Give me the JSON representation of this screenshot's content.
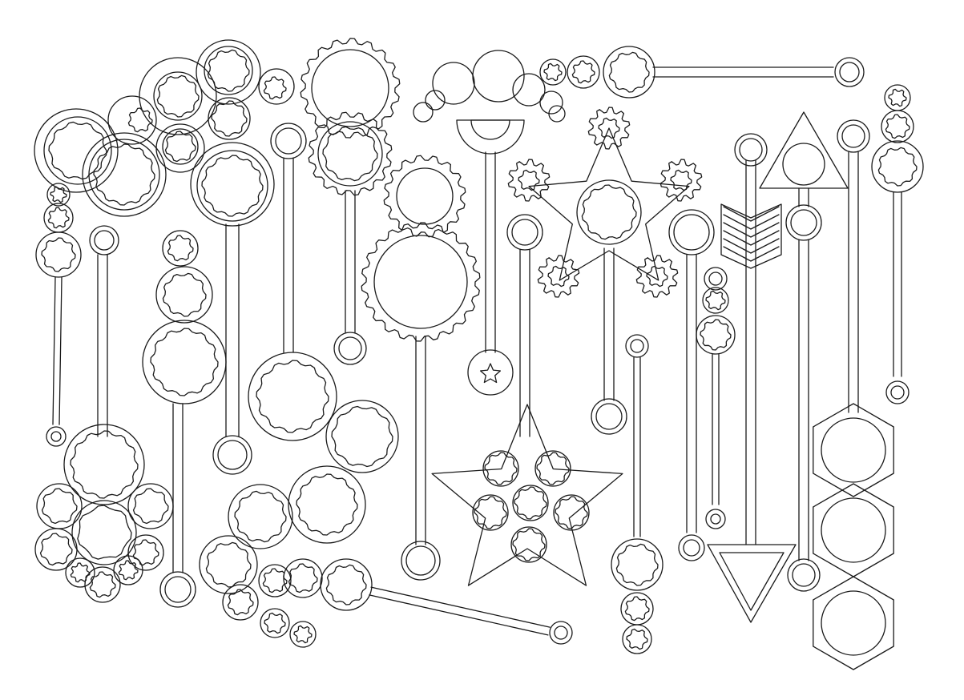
{
  "image": {
    "description_words": [],
    "stroke_color": "#1a1a1a",
    "background_color": "#ffffff"
  },
  "pieces": [
    {
      "name": "large-gear-cluster-top-left"
    },
    {
      "name": "gear-chain-stick-left"
    },
    {
      "name": "gear-chain-stick-center-left"
    },
    {
      "name": "double-gear-stick-top-center"
    },
    {
      "name": "big-cogwheel-pair-stick-center"
    },
    {
      "name": "smile-face-circle-stick-with-star"
    },
    {
      "name": "dot-chain-stick-top-right"
    },
    {
      "name": "star-with-gears-stick"
    },
    {
      "name": "bottom-star-with-gears-stick"
    },
    {
      "name": "arrow-with-fletching"
    },
    {
      "name": "triangle-arrow-stick"
    },
    {
      "name": "hexagon-chain-stick-right"
    },
    {
      "name": "gear-flower-bottom-left"
    },
    {
      "name": "gear-snake-stick-bottom-center"
    }
  ]
}
